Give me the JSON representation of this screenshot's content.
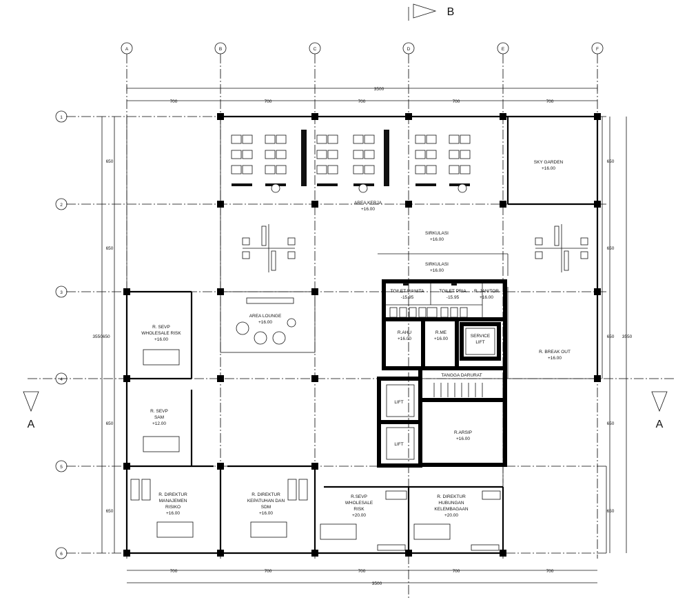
{
  "grid": {
    "columns": [
      "A",
      "B",
      "C",
      "D",
      "E",
      "F"
    ],
    "rows": [
      "1",
      "2",
      "3",
      "4",
      "5",
      "6"
    ]
  },
  "dimensions": {
    "bay": "700",
    "total": "3500",
    "row_span": "650",
    "total_height_left": "3550650",
    "total_height_right": "3550"
  },
  "section_marks": {
    "b_label": "B",
    "a_label": "A"
  },
  "rooms": {
    "area_kerja": {
      "name": "AREA KERJA",
      "level": "+16.00"
    },
    "sky_garden": {
      "name": "SKY GARDEN",
      "level": "+16.00"
    },
    "sirkulasi_1": {
      "name": "SIRKULASI",
      "level": "+16.00"
    },
    "sirkulasi_2": {
      "name": "SIRKULASI",
      "level": "+16.00"
    },
    "toilet_wanita": {
      "name": "TOILET WANITA",
      "level": "-15.95"
    },
    "toilet_pria": {
      "name": "TOILET PRIA",
      "level": "-15.95"
    },
    "janitor": {
      "name": "R. JANITOR",
      "level": "+16.00"
    },
    "area_lounge": {
      "name": "AREA LOUNGE",
      "level": "+16.00"
    },
    "sevp_wholesale_risk_left": {
      "name_l1": "R. SEVP",
      "name_l2": "WHOLESALE RISK",
      "level": "+16.00"
    },
    "ahu": {
      "name": "R.AHU",
      "level": "+16.00"
    },
    "me": {
      "name": "R.ME",
      "level": "+16.00"
    },
    "service_lift": {
      "name_l1": "SERVICE",
      "name_l2": "LIFT"
    },
    "break_out": {
      "name": "R. BREAK OUT",
      "level": "+16.00"
    },
    "tangga_darurat": {
      "name": "TANGGA DARURAT"
    },
    "lift_1": {
      "name": "LIFT"
    },
    "lift_2": {
      "name": "LIFT"
    },
    "arsip": {
      "name": "R.ARSIP",
      "level": "+16.00"
    },
    "sevp_sam": {
      "name_l1": "R. SEVP",
      "name_l2": "SAM",
      "level": "+12.00"
    },
    "dir_manajemen_risiko": {
      "name_l1": "R. DIREKTUR",
      "name_l2": "MANAJEMEN",
      "name_l3": "RISIKO",
      "level": "+16.00"
    },
    "dir_kepatuhan": {
      "name_l1": "R. DIREKTUR",
      "name_l2": "KEPATUHAN DAN",
      "name_l3": "SDM",
      "level": "+16.00"
    },
    "sevp_wholesale_risk_bottom": {
      "name_l1": "R.SEVP",
      "name_l2": "WHOLESALE",
      "name_l3": "RISK",
      "level": "+20.00"
    },
    "dir_hubungan": {
      "name_l1": "R. DIREKTUR",
      "name_l2": "HUBUNGAN",
      "name_l3": "KELEMBAGAAN",
      "level": "+20.00"
    }
  }
}
